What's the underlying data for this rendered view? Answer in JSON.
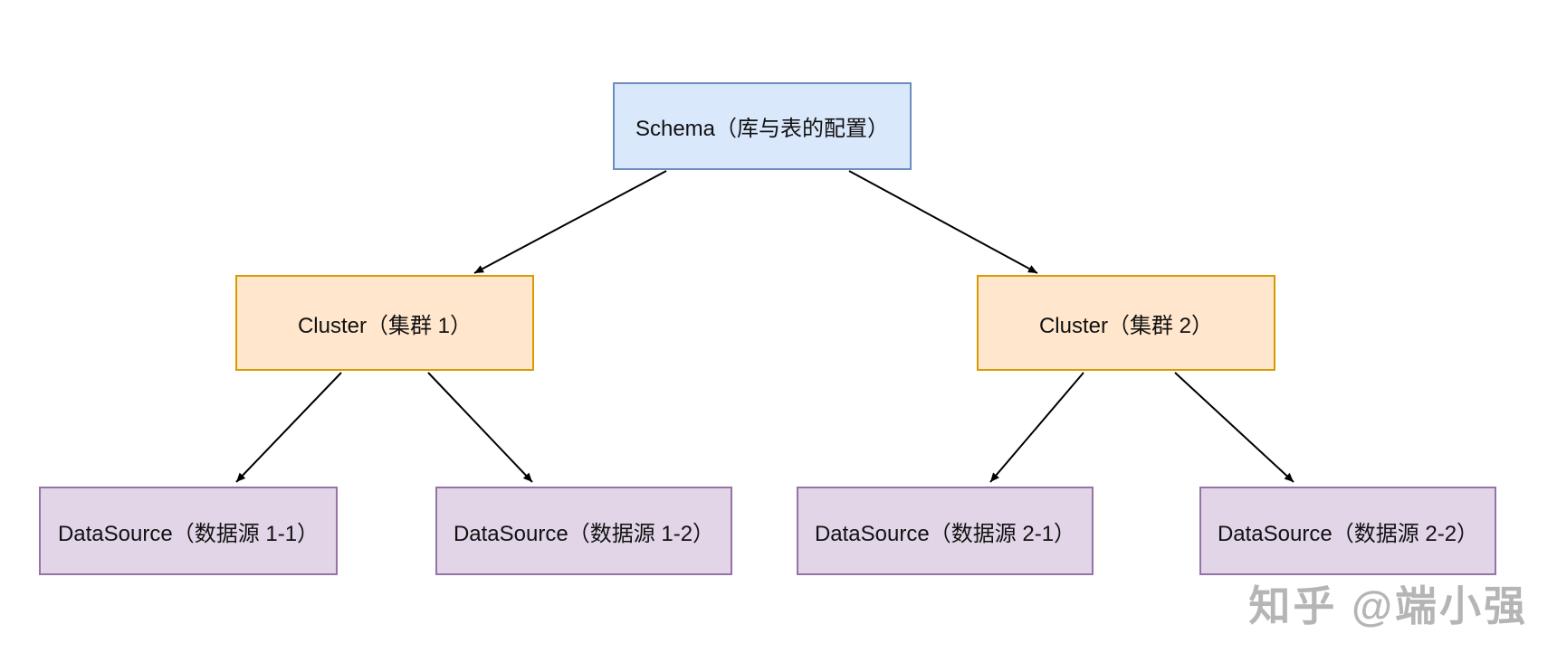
{
  "diagram": {
    "nodes": {
      "schema": {
        "label": "Schema（库与表的配置）",
        "fill": "#dae8fc",
        "stroke": "#6c8ebf"
      },
      "cluster1": {
        "label": "Cluster（集群 1）",
        "fill": "#ffe6cc",
        "stroke": "#d79b00"
      },
      "cluster2": {
        "label": "Cluster（集群 2）",
        "fill": "#ffe6cc",
        "stroke": "#d79b00"
      },
      "datasource11": {
        "label": "DataSource（数据源 1-1）",
        "fill": "#e1d5e7",
        "stroke": "#9673a6"
      },
      "datasource12": {
        "label": "DataSource（数据源 1-2）",
        "fill": "#e1d5e7",
        "stroke": "#9673a6"
      },
      "datasource21": {
        "label": "DataSource（数据源 2-1）",
        "fill": "#e1d5e7",
        "stroke": "#9673a6"
      },
      "datasource22": {
        "label": "DataSource（数据源 2-2）",
        "fill": "#e1d5e7",
        "stroke": "#9673a6"
      }
    },
    "edges": [
      {
        "from": "schema",
        "to": "cluster1"
      },
      {
        "from": "schema",
        "to": "cluster2"
      },
      {
        "from": "cluster1",
        "to": "datasource11"
      },
      {
        "from": "cluster1",
        "to": "datasource12"
      },
      {
        "from": "cluster2",
        "to": "datasource21"
      },
      {
        "from": "cluster2",
        "to": "datasource22"
      }
    ],
    "arrow_color": "#000000",
    "text_color": "#111111",
    "background_color": "#ffffff",
    "watermark": {
      "text": "知乎 @端小强",
      "color": "#b5b5b5"
    }
  }
}
